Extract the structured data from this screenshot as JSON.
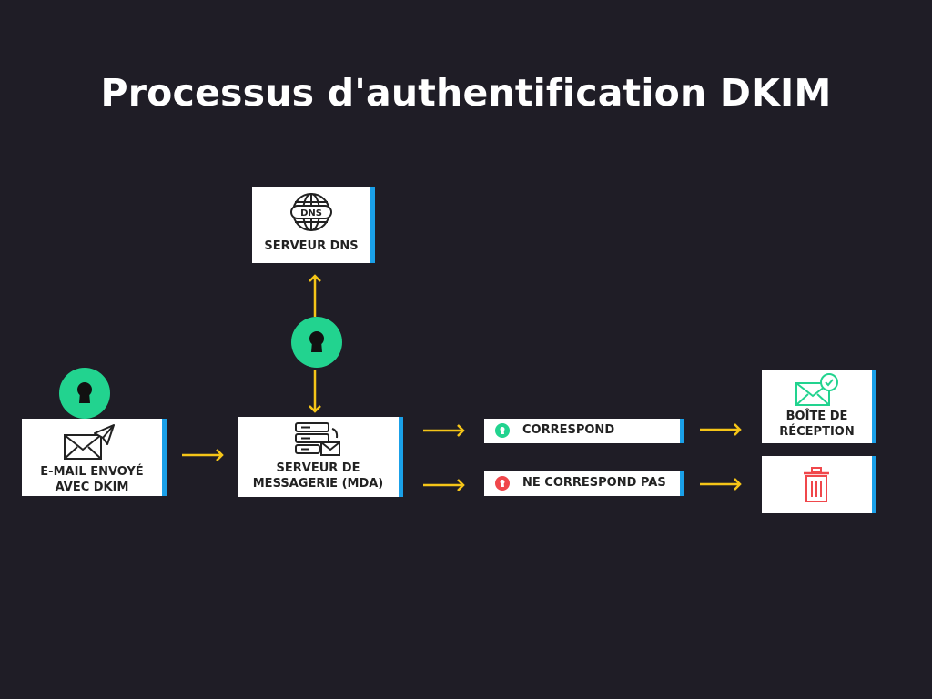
{
  "title": "Processus d'authentification DKIM",
  "nodes": {
    "dns": {
      "label": "SERVEUR DNS",
      "icon": "dns-globe-icon",
      "icon_text": "DNS"
    },
    "email": {
      "label": "E-MAIL ENVOYÉ\nAVEC DKIM",
      "icon": "send-mail-icon"
    },
    "mda": {
      "label": "SERVEUR DE\nMESSAGERIE (MDA)",
      "icon": "mail-server-icon"
    },
    "match": {
      "label": "CORRESPOND",
      "icon": "lock-icon",
      "color": "#22d38f"
    },
    "nomatch": {
      "label": "NE CORRESPOND PAS",
      "icon": "lock-icon",
      "color": "#f0474b"
    },
    "inbox": {
      "label": "BOÎTE DE\nRÉCEPTION",
      "icon": "mail-check-icon"
    },
    "trash": {
      "icon": "trash-icon",
      "color": "#f0474b"
    }
  },
  "colors": {
    "background": "#1f1d26",
    "accent_bar": "#1aa0e8",
    "arrow": "#f5c518",
    "lock_green": "#22d38f"
  }
}
